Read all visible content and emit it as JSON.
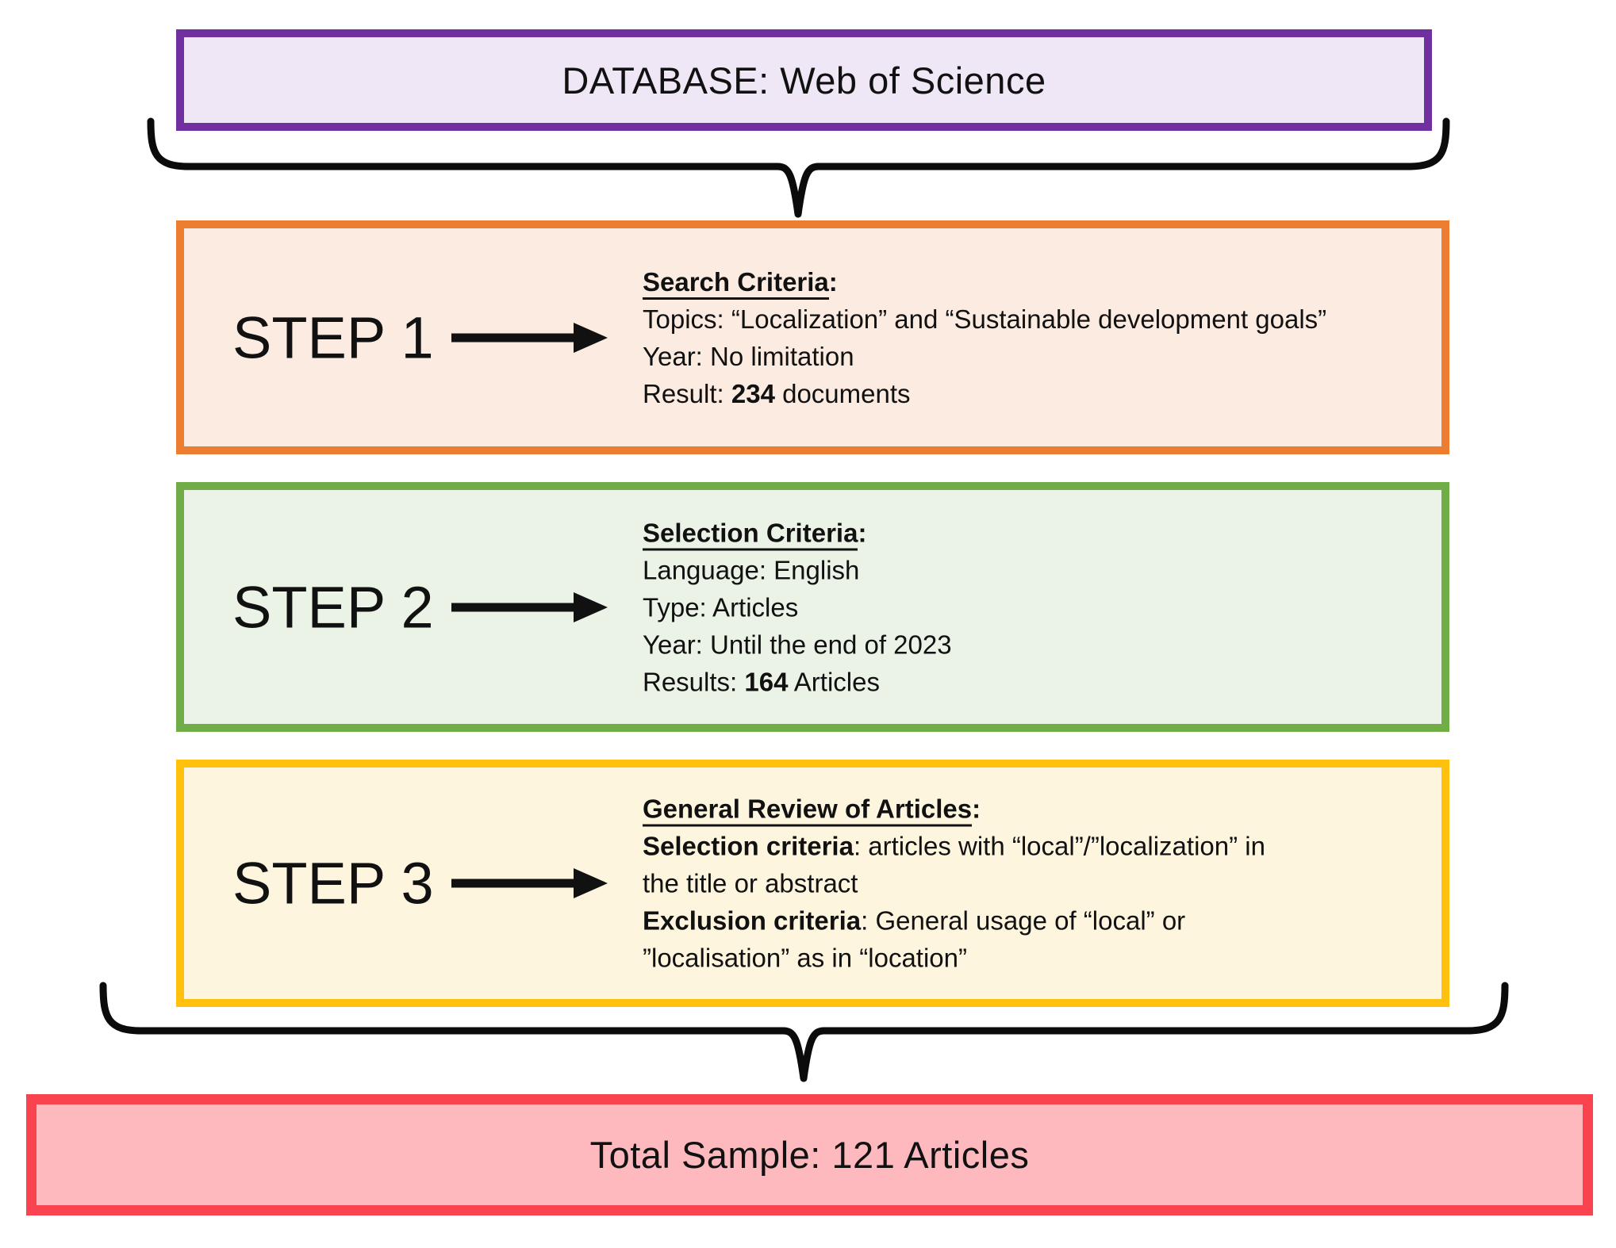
{
  "database": {
    "label": "DATABASE: Web of Science"
  },
  "steps": [
    {
      "label": "STEP 1",
      "lines": [
        [
          {
            "t": "Search Criteria",
            "b": true,
            "u": true
          },
          {
            "t": ":",
            "b": true
          }
        ],
        [
          {
            "t": "Topics: “Localization” and “Sustainable development goals”"
          }
        ],
        [
          {
            "t": "Year: No limitation"
          }
        ],
        [
          {
            "t": "Result: "
          },
          {
            "t": "234",
            "b": true
          },
          {
            "t": " documents"
          }
        ]
      ]
    },
    {
      "label": "STEP 2",
      "lines": [
        [
          {
            "t": "Selection Criteria",
            "b": true,
            "u": true
          },
          {
            "t": ":",
            "b": true
          }
        ],
        [
          {
            "t": "Language: English"
          }
        ],
        [
          {
            "t": "Type: Articles"
          }
        ],
        [
          {
            "t": "Year: Until the end of 2023"
          }
        ],
        [
          {
            "t": "Results: "
          },
          {
            "t": "164",
            "b": true
          },
          {
            "t": " Articles"
          }
        ]
      ]
    },
    {
      "label": "STEP 3",
      "lines": [
        [
          {
            "t": "General Review of Articles",
            "b": true,
            "u": true
          },
          {
            "t": ":",
            "b": true
          }
        ],
        [
          {
            "t": "Selection criteria",
            "b": true
          },
          {
            "t": ": articles with “local”/”localization” in"
          }
        ],
        [
          {
            "t": "the title or abstract"
          }
        ],
        [
          {
            "t": "Exclusion criteria",
            "b": true
          },
          {
            "t": ": General usage of “local” or"
          }
        ],
        [
          {
            "t": "”localisation” as in “location”"
          }
        ]
      ]
    }
  ],
  "total": {
    "label": "Total Sample: 121 Articles"
  },
  "colors": {
    "database_border": "#7030A0",
    "database_fill": "#EFE7F5",
    "step1_border": "#ED7D31",
    "step1_fill": "#FCEBE1",
    "step2_border": "#70AD47",
    "step2_fill": "#EBF2E6",
    "step3_border": "#FFC10D",
    "step3_fill": "#FDF5DE",
    "total_border": "#F9444F",
    "total_fill": "#FDB9BE",
    "brace": "#0B0B0B",
    "text": "#111111"
  }
}
